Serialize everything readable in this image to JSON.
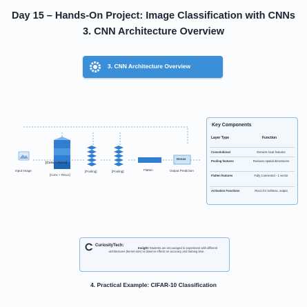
{
  "page": {
    "title_line1": "Day 15 – Hands-On Project: Image Classification with CNNs",
    "title_line2": "3. CNN Architecture Overview",
    "footer": "4. Practical Example: CIFAR-10 Classification"
  },
  "header_button": {
    "label": "3. CNN Architecture Overview",
    "icon": "gear-icon",
    "color": "#3a8fd8"
  },
  "pipeline": {
    "input_label": "Input Image",
    "block1_top": "[Conv + ReLU]",
    "block1_bottom": "[Conv + ReLU]",
    "pool1": "[Pooling]",
    "pool2": "[Pooling]",
    "flatten": "Flatten",
    "dense": "Dense",
    "output": "Output Prediction"
  },
  "components": {
    "title": "Key Components",
    "col_layer": "Layer Type",
    "col_function": "Function",
    "rows": [
      {
        "layer": "Convolutional",
        "function": "Extracts local features"
      },
      {
        "layer": "Pooling features",
        "function": "Reduces spatial dimensions"
      },
      {
        "layer": "Flatten features",
        "function": "Fully Connected - 1 vector"
      },
      {
        "layer": "Activation Functions",
        "function": "ReLU for Softmax, output"
      }
    ]
  },
  "insight": {
    "brand": "CuriosityTech:",
    "label": "Insight:",
    "text": "Students are encouraged to experiment with different architectures (kernel size) to observe effects on accuracy and training time."
  }
}
